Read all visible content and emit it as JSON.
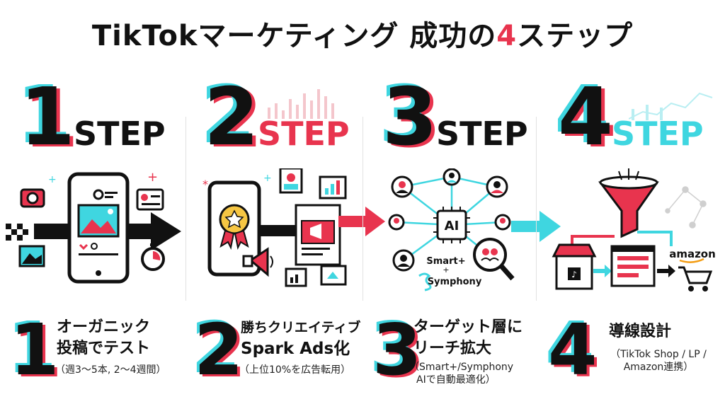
{
  "title": {
    "part1": "TikTokマーケティング 成功の",
    "accent": "4",
    "part2": "ステップ"
  },
  "colors": {
    "cyan": "#3fd6e0",
    "red": "#e8344e",
    "black": "#111111"
  },
  "steps": [
    {
      "number": "1",
      "word": "STEP",
      "word_color": "#111111",
      "desc_number": "1",
      "lines": [
        "オーガニック",
        "投稿でテスト"
      ],
      "sub": [
        "（週3〜5本, 2〜4週間）"
      ],
      "icons": [
        "smartphone-icon",
        "camera-icon",
        "image-icon",
        "profile-card-icon",
        "timer-icon",
        "arrow-icon"
      ]
    },
    {
      "number": "2",
      "word": "STEP",
      "word_color": "#e8344e",
      "desc_number": "2",
      "lines": [
        "勝ちクリエイティブ",
        "Spark Ads化"
      ],
      "sub": [
        "（上位10%を広告転用）"
      ],
      "icons": [
        "smartphone-icon",
        "award-ribbon-icon",
        "megaphone-icon",
        "ad-card-icon",
        "bar-chart-icon",
        "arrow-icon"
      ]
    },
    {
      "number": "3",
      "word": "STEP",
      "word_color": "#111111",
      "desc_number": "3",
      "lines": [
        "ターゲット層に",
        "リーチ拡大"
      ],
      "sub": [
        "（Smart+/Symphony",
        "AIで自動最適化）"
      ],
      "illus_texts": {
        "ai": "AI",
        "smart": "Smart+",
        "plus": "+",
        "symphony": "Symphony"
      },
      "icons": [
        "ai-chip-icon",
        "person-icon",
        "magnifier-users-icon",
        "symphony-logo-icon",
        "arrow-icon"
      ]
    },
    {
      "number": "4",
      "word": "STEP",
      "word_color": "#3fd6e0",
      "desc_number": "4",
      "lines": [
        "導線設計"
      ],
      "sub": [
        "（TikTok Shop / LP /",
        "Amazon連携）"
      ],
      "illus_texts": {
        "amazon": "amazon"
      },
      "icons": [
        "funnel-icon",
        "storefront-icon",
        "landing-page-icon",
        "cart-icon",
        "network-icon"
      ]
    }
  ]
}
